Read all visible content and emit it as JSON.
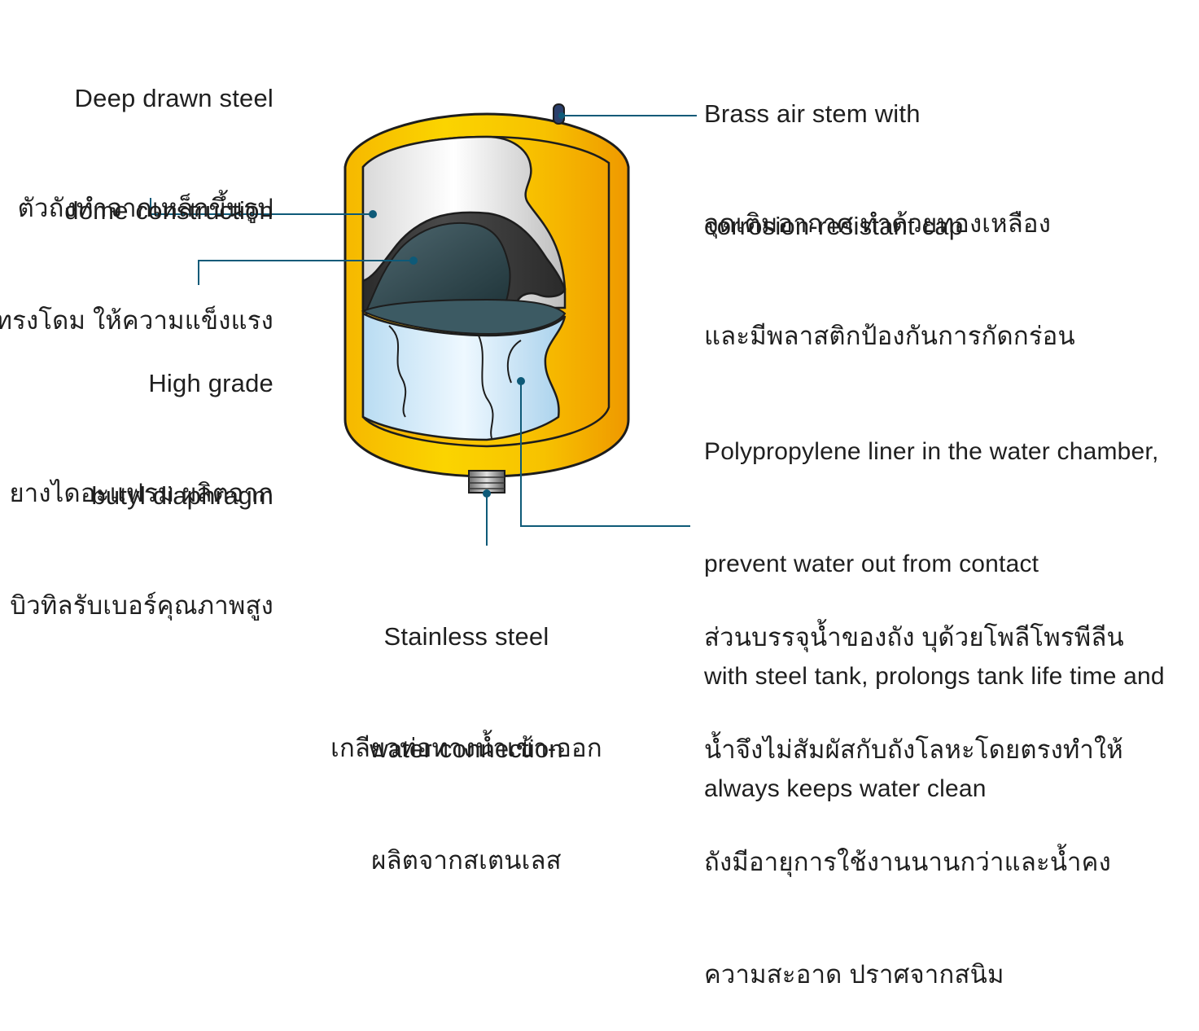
{
  "colors": {
    "leader_line": "#0e5a78",
    "tank_yellow": "#f7c600",
    "tank_orange": "#f29d00",
    "text": "#1f1f1f"
  },
  "labels": {
    "dome": {
      "en": [
        "Deep drawn steel",
        "dome construction"
      ],
      "th": [
        "ตัวถังทำจากเหล็กขึ้นรูป",
        "ทรงโดม ให้ความแข็งแรง"
      ]
    },
    "diaphragm": {
      "en": [
        "High grade",
        "butyl diaphragm"
      ],
      "th": [
        "ยางไดอะแฟรม ผลิตจาก",
        "บิวทิลรับเบอร์คุณภาพสูง"
      ]
    },
    "air_stem": {
      "en": [
        "Brass air stem with",
        "corrosion-resistant cap"
      ],
      "th": [
        "จุดเติมอากาศ ทำด้วยทองเหลือง",
        "และมีพลาสติกป้องกันการกัดกร่อน"
      ]
    },
    "liner": {
      "en": [
        "Polypropylene liner in the water chamber,",
        "prevent water out from contact",
        "with steel tank, prolongs tank life time and",
        "always keeps water clean"
      ],
      "th": [
        "ส่วนบรรจุน้ำของถัง บุด้วยโพลีโพรพีลีน",
        "น้ำจึงไม่สัมผัสกับถังโลหะโดยตรงทำให้",
        "ถังมีอายุการใช้งานนานกว่าและน้ำคง",
        "ความสะอาด ปราศจากสนิม"
      ]
    },
    "connection": {
      "en": [
        "Stainless steel",
        "water connection"
      ],
      "th": [
        "เกลียวท่อทางน้ำเข้า-ออก",
        "ผลิตจากสเตนเลส"
      ]
    }
  }
}
